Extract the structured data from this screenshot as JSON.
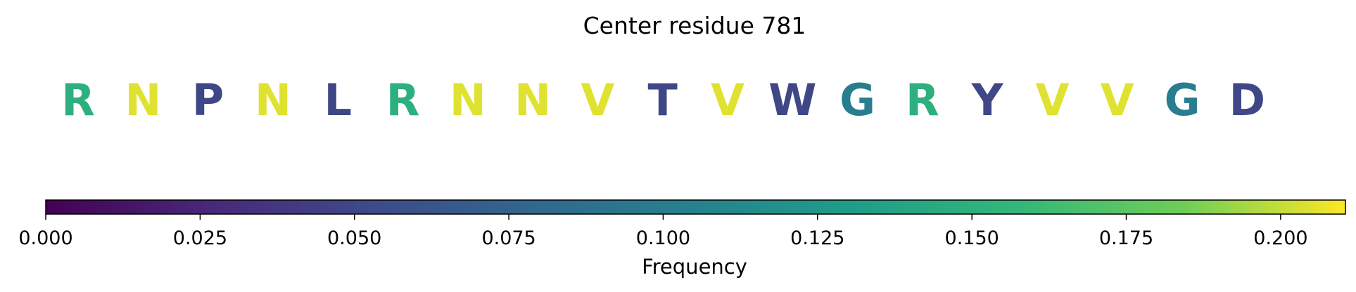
{
  "chart_data": {
    "type": "heatmap",
    "title": "Center residue 781",
    "residues": [
      {
        "letter": "R",
        "frequency": 0.15
      },
      {
        "letter": "N",
        "frequency": 0.205
      },
      {
        "letter": "P",
        "frequency": 0.05
      },
      {
        "letter": "N",
        "frequency": 0.205
      },
      {
        "letter": "L",
        "frequency": 0.05
      },
      {
        "letter": "R",
        "frequency": 0.15
      },
      {
        "letter": "N",
        "frequency": 0.205
      },
      {
        "letter": "N",
        "frequency": 0.205
      },
      {
        "letter": "V",
        "frequency": 0.205
      },
      {
        "letter": "T",
        "frequency": 0.05
      },
      {
        "letter": "V",
        "frequency": 0.205
      },
      {
        "letter": "W",
        "frequency": 0.05
      },
      {
        "letter": "G",
        "frequency": 0.1
      },
      {
        "letter": "R",
        "frequency": 0.15
      },
      {
        "letter": "Y",
        "frequency": 0.05
      },
      {
        "letter": "V",
        "frequency": 0.205
      },
      {
        "letter": "V",
        "frequency": 0.205
      },
      {
        "letter": "G",
        "frequency": 0.1
      },
      {
        "letter": "D",
        "frequency": 0.05
      }
    ],
    "colorbar": {
      "label": "Frequency",
      "colormap": "viridis",
      "range": [
        0,
        0.2105
      ],
      "ticks": [
        0.0,
        0.025,
        0.05,
        0.075,
        0.1,
        0.125,
        0.15,
        0.175,
        0.2
      ],
      "tick_labels": [
        "0.000",
        "0.025",
        "0.050",
        "0.075",
        "0.100",
        "0.125",
        "0.150",
        "0.175",
        "0.200"
      ]
    }
  }
}
